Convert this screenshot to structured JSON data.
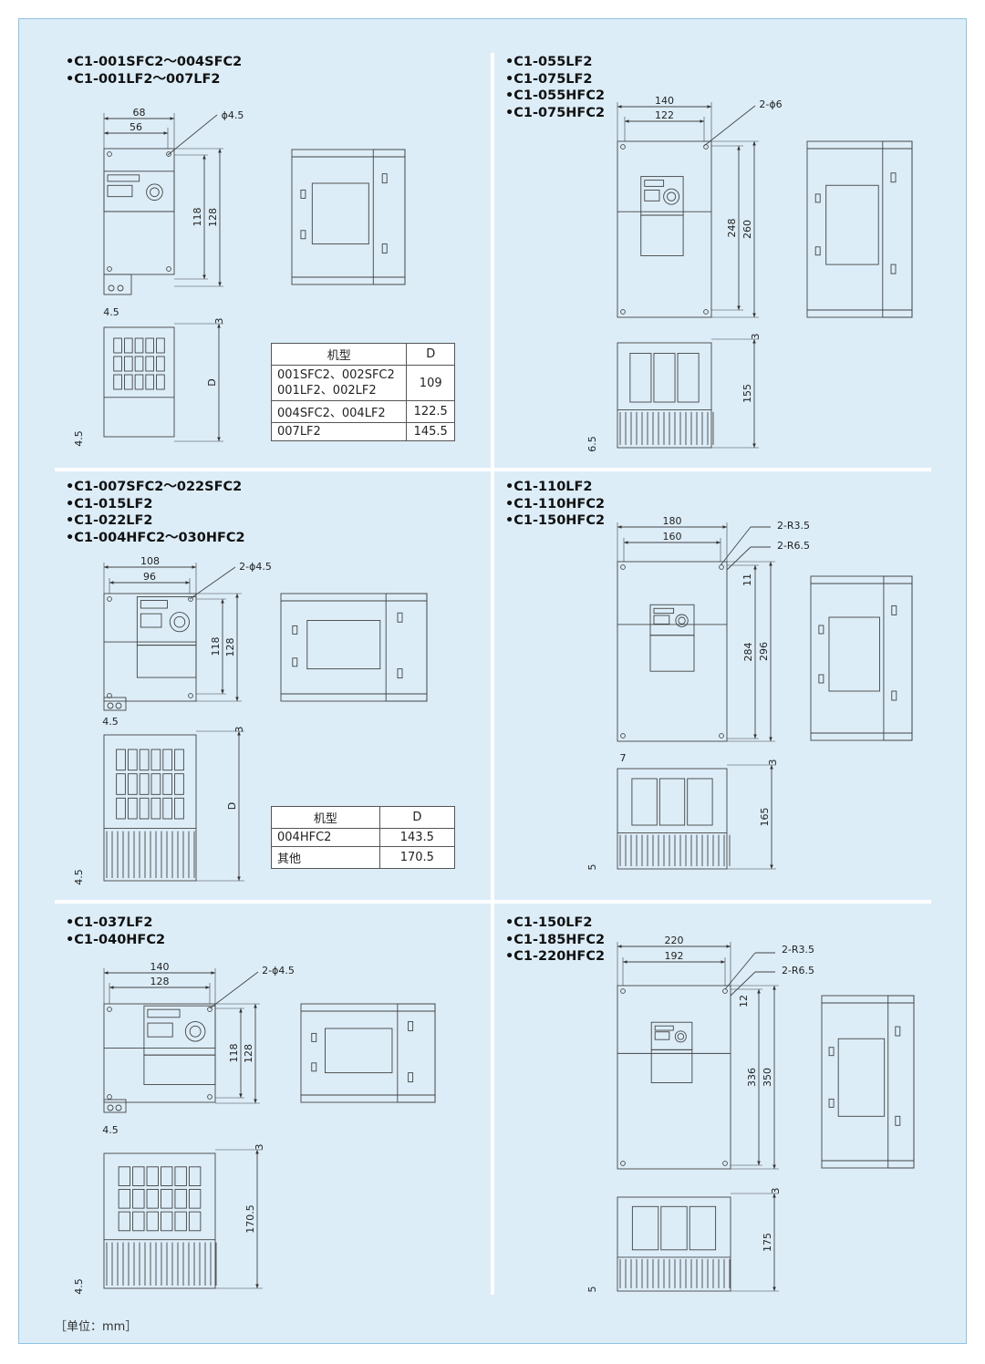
{
  "page": {
    "unit_label": "［单位：mm］",
    "colors": {
      "background": "#dcedf8",
      "border": "#8fc3e2",
      "divider": "#ffffff",
      "line": "#444444"
    }
  },
  "sections": [
    {
      "id": "s1",
      "models": [
        "•C1-001SFC2～004SFC2",
        "•C1-001LF2～007LF2"
      ],
      "dims": {
        "outer_width": "68",
        "inner_width": "56",
        "hole": "ɸ4.5",
        "inner_height": "118",
        "outer_height": "128",
        "foot": "4.5",
        "top_offset": "3",
        "depth": "D",
        "bottom_offset": "4.5"
      },
      "table": {
        "headers": [
          "机型",
          "D"
        ],
        "rows": [
          {
            "model": "001SFC2、002SFC2\n001LF2、002LF2",
            "d": "109"
          },
          {
            "model": "004SFC2、004LF2",
            "d": "122.5"
          },
          {
            "model": "007LF2",
            "d": "145.5"
          }
        ]
      }
    },
    {
      "id": "s2",
      "models": [
        "•C1-055LF2",
        "•C1-075LF2",
        "•C1-055HFC2",
        "•C1-075HFC2"
      ],
      "dims": {
        "outer_width": "140",
        "inner_width": "122",
        "hole": "2-ɸ6",
        "inner_height": "248",
        "outer_height": "260",
        "top_offset": "3",
        "depth": "155",
        "bottom_offset": "6.5"
      }
    },
    {
      "id": "s3",
      "models": [
        "•C1-007SFC2～022SFC2",
        "•C1-015LF2",
        "•C1-022LF2",
        "•C1-004HFC2～030HFC2"
      ],
      "dims": {
        "outer_width": "108",
        "inner_width": "96",
        "hole": "2-ɸ4.5",
        "inner_height": "118",
        "outer_height": "128",
        "foot": "4.5",
        "top_offset": "3",
        "depth": "D",
        "bottom_offset": "4.5"
      },
      "table": {
        "headers": [
          "机型",
          "D"
        ],
        "rows": [
          {
            "model": "004HFC2",
            "d": "143.5"
          },
          {
            "model": "其他",
            "d": "170.5"
          }
        ]
      }
    },
    {
      "id": "s4",
      "models": [
        "•C1-110LF2",
        "•C1-110HFC2",
        "•C1-150HFC2"
      ],
      "dims": {
        "outer_width": "180",
        "inner_width": "160",
        "radius_small": "2-R3.5",
        "radius_large": "2-R6.5",
        "hole_offset": "11",
        "inner_height": "284",
        "outer_height": "296",
        "foot": "7",
        "top_offset": "3",
        "depth": "165",
        "bottom_offset": "5"
      }
    },
    {
      "id": "s5",
      "models": [
        "•C1-037LF2",
        "•C1-040HFC2"
      ],
      "dims": {
        "outer_width": "140",
        "inner_width": "128",
        "hole": "2-ɸ4.5",
        "inner_height": "118",
        "outer_height": "128",
        "foot": "4.5",
        "top_offset": "3",
        "depth": "170.5",
        "bottom_offset": "4.5"
      }
    },
    {
      "id": "s6",
      "models": [
        "•C1-150LF2",
        "•C1-185HFC2",
        "•C1-220HFC2"
      ],
      "dims": {
        "outer_width": "220",
        "inner_width": "192",
        "radius_small": "2-R3.5",
        "radius_large": "2-R6.5",
        "hole_offset": "12",
        "inner_height": "336",
        "outer_height": "350",
        "top_offset": "3",
        "depth": "175",
        "bottom_offset": "5"
      }
    }
  ]
}
